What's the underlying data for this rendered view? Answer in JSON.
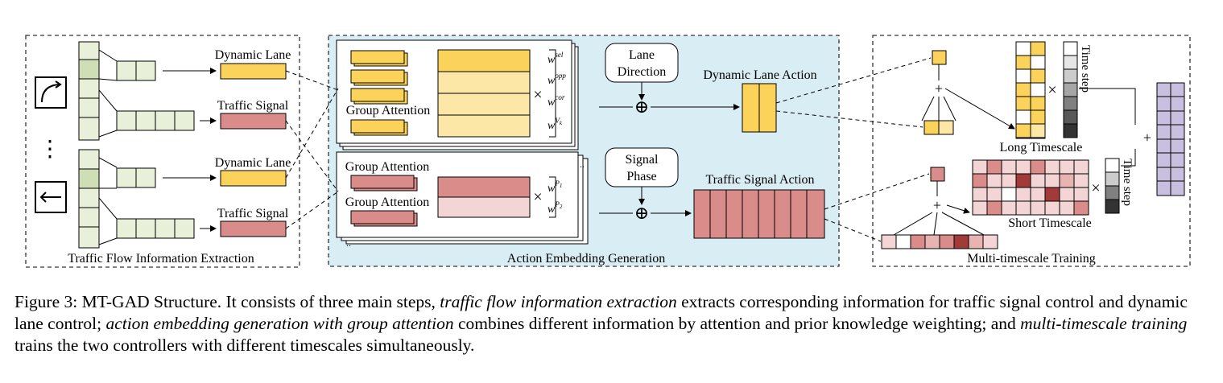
{
  "panels": {
    "extraction": "Traffic Flow Information Extraction",
    "embedding": "Action Embedding Generation",
    "training": "Multi-timescale Training"
  },
  "extraction": {
    "dynamic_lane_1": "Dynamic Lane",
    "traffic_signal_1": "Traffic Signal",
    "dynamic_lane_2": "Dynamic Lane",
    "traffic_signal_2": "Traffic Signal",
    "ellipsis": "⋮"
  },
  "embedding": {
    "group_attention_top": "Group Attention",
    "group_attention_mid_a": "Group Attention",
    "group_attention_mid_b": "Group Attention",
    "weights_top": [
      "w",
      "w",
      "w",
      "w"
    ],
    "weights_top_sup": [
      "sel",
      "opp",
      "cor",
      "V"
    ],
    "weights_top_sub": [
      "",
      "",
      "",
      "k"
    ],
    "weights_bottom": [
      "w",
      "w"
    ],
    "weights_bottom_sup": [
      "P",
      "P"
    ],
    "weights_bottom_sub": [
      "1",
      "2"
    ],
    "times": "×",
    "lane_direction_line1": "Lane",
    "lane_direction_line2": "Direction",
    "signal_phase_line1": "Signal",
    "signal_phase_line2": "Phase",
    "dynamic_lane_action": "Dynamic Lane Action",
    "traffic_signal_action": "Traffic Signal Action",
    "oplus": "⊕"
  },
  "training": {
    "long_timescale": "Long Timescale",
    "short_timescale": "Short Timescale",
    "time_step_1": "Time step",
    "time_step_2": "Time step",
    "plus": "+",
    "times": "×"
  },
  "caption": {
    "prefix": "Figure 3: MT-GAD Structure. It consists of three main steps, ",
    "step1": "traffic flow information extraction",
    "mid1": " extracts corresponding information for traffic signal control and dynamic lane control; ",
    "step2": "action embedding generation with group attention",
    "mid2": " combines different information by attention and prior knowledge weighting; and ",
    "step3": "multi-timescale training",
    "suffix": " trains the two controllers with different timescales simultaneously."
  },
  "colors": {
    "yellow": "#fbd35a",
    "yellow_light": "#fde7a6",
    "red": "#d98c8a",
    "red_light": "#f2d5d4",
    "red_dark": "#a33a3a",
    "green_light": "#e9f0d9",
    "green_mid": "#cfdeb4",
    "blue_panel": "#d9edf4",
    "purple": "#c9bfdf",
    "gray_scale": [
      "#ffffff",
      "#e6e6e6",
      "#cccccc",
      "#a6a6a6",
      "#808080",
      "#595959",
      "#333333"
    ]
  }
}
